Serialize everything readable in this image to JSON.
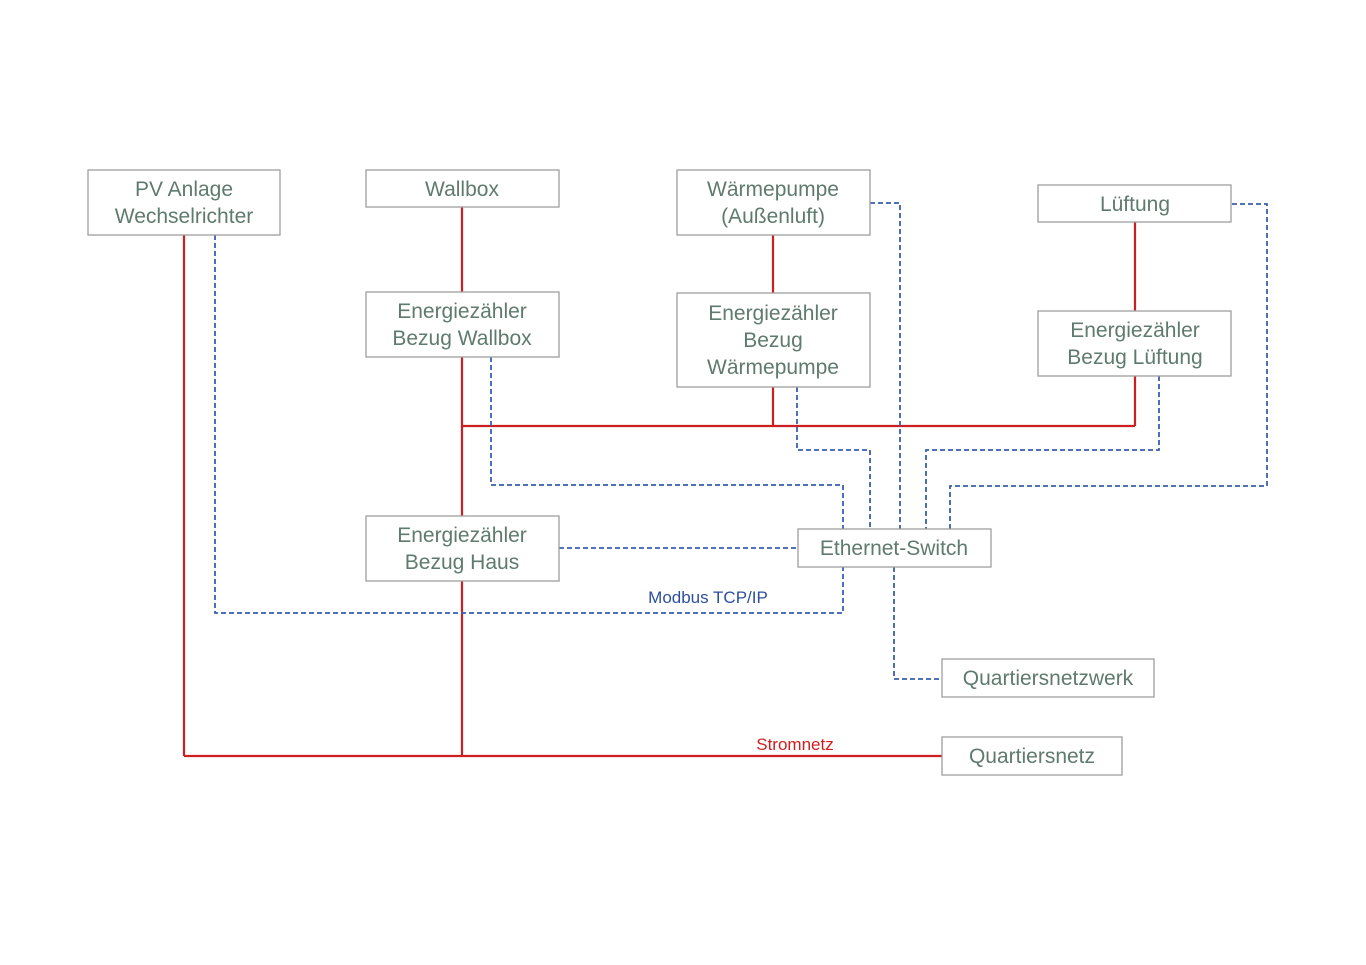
{
  "nodes": {
    "pv": {
      "lines": [
        "PV Anlage",
        "Wechselrichter"
      ]
    },
    "wallbox": {
      "lines": [
        "Wallbox"
      ]
    },
    "heatpump": {
      "lines": [
        "Wärmepumpe",
        "(Außenluft)"
      ]
    },
    "ventilation": {
      "lines": [
        "Lüftung"
      ]
    },
    "meter_wallbox": {
      "lines": [
        "Energiezähler",
        "Bezug Wallbox"
      ]
    },
    "meter_heatpump": {
      "lines": [
        "Energiezähler",
        "Bezug",
        "Wärmepumpe"
      ]
    },
    "meter_ventilation": {
      "lines": [
        "Energiezähler",
        "Bezug Lüftung"
      ]
    },
    "meter_house": {
      "lines": [
        "Energiezähler",
        "Bezug Haus"
      ]
    },
    "switch": {
      "lines": [
        "Ethernet-Switch"
      ]
    },
    "district_network": {
      "lines": [
        "Quartiersnetzwerk"
      ]
    },
    "district_grid": {
      "lines": [
        "Quartiersnetz"
      ]
    }
  },
  "labels": {
    "modbus": "Modbus TCP/IP",
    "grid": "Stromnetz"
  },
  "colors": {
    "power_line": "#cc1f1f",
    "data_line": "#3a5fae",
    "box_text": "#5f7a6e",
    "box_border": "#9e9e9e"
  }
}
